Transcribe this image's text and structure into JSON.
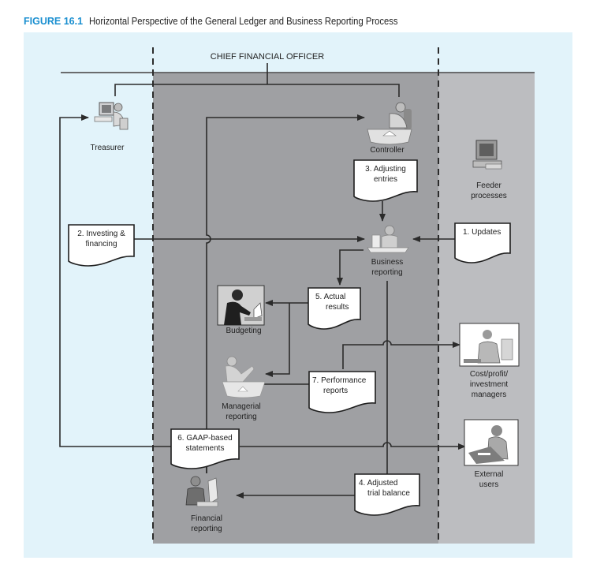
{
  "figure": {
    "number": "FIGURE 16.1",
    "title": "Horizontal Perspective of the General Ledger and Business Reporting Process"
  },
  "colors": {
    "figure_number": "#1a8fd0",
    "panel_background": "#e2f3fa",
    "cfo_region": "#9fa0a3",
    "feeder_region": "#bcbdc0",
    "line": "#2b2b2b",
    "document_fill": "#ffffff"
  },
  "regions": {
    "cfo_label": "CHIEF FINANCIAL OFFICER"
  },
  "actors": {
    "treasurer": {
      "label": [
        "Treasurer"
      ],
      "icon": "person-at-computer-icon"
    },
    "controller": {
      "label": [
        "Controller"
      ],
      "icon": "person-on-phone-at-desk-icon"
    },
    "feeder": {
      "label": [
        "Feeder",
        "processes"
      ],
      "icon": "computer-terminal-icon"
    },
    "business_reporting": {
      "label": [
        "Business",
        "reporting"
      ],
      "icon": "person-at-desk-icon"
    },
    "budgeting": {
      "label": [
        "Budgeting"
      ],
      "icon": "person-at-laptop-icon"
    },
    "managerial_reporting": {
      "label": [
        "Managerial",
        "reporting"
      ],
      "icon": "person-reading-at-desk-icon"
    },
    "cost_managers": {
      "label": [
        "Cost/profit/",
        "investment",
        "managers"
      ],
      "icon": "person-on-phone-icon"
    },
    "external_users": {
      "label": [
        "External",
        "users"
      ],
      "icon": "person-writing-icon"
    },
    "financial_reporting": {
      "label": [
        "Financial",
        "reporting"
      ],
      "icon": "person-at-terminal-icon"
    }
  },
  "documents": [
    {
      "id": "updates",
      "lines": [
        "1. Updates"
      ]
    },
    {
      "id": "investing",
      "lines": [
        "2. Investing &",
        "financing"
      ]
    },
    {
      "id": "adjusting",
      "lines": [
        "3. Adjusting",
        "entries"
      ]
    },
    {
      "id": "trial",
      "lines": [
        "4. Adjusted",
        "trial balance"
      ]
    },
    {
      "id": "actual",
      "lines": [
        "5. Actual",
        "results"
      ]
    },
    {
      "id": "gaap",
      "lines": [
        "6. GAAP-based",
        "statements"
      ]
    },
    {
      "id": "performance",
      "lines": [
        "7. Performance",
        "reports"
      ]
    }
  ]
}
